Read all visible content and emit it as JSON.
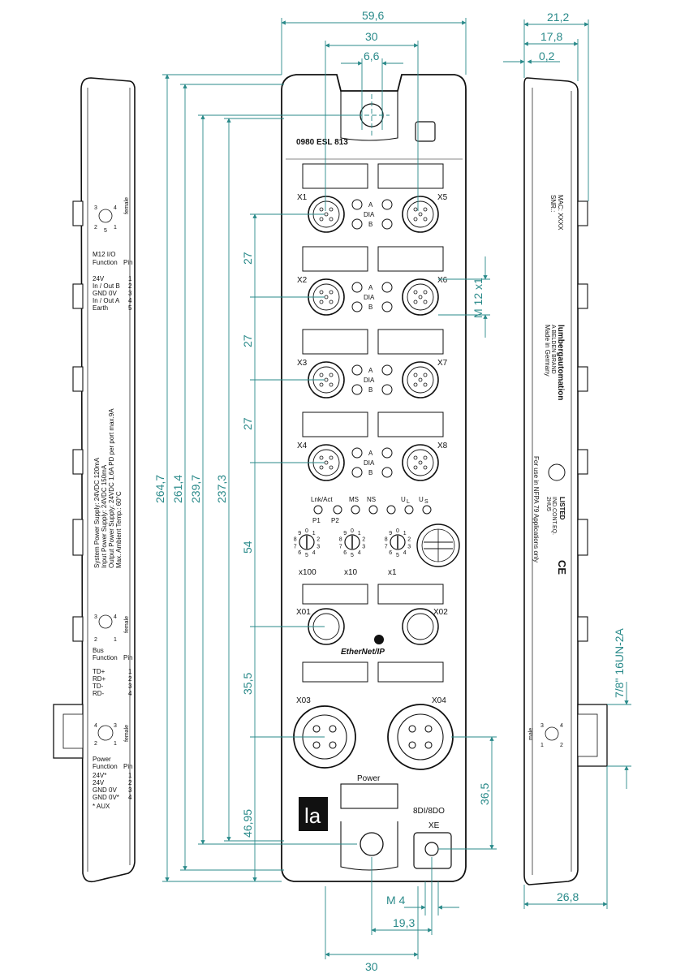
{
  "dimensions": {
    "w_total": "59,6",
    "w_top": "30",
    "w_tab": "6,6",
    "side_depth": "21,2",
    "side_depth2": "17,8",
    "side_offset": "0,2",
    "h_264_7": "264,7",
    "h_261_4": "261,4",
    "h_239_7": "239,7",
    "h_237_3": "237,3",
    "pitch1": "27",
    "pitch2": "27",
    "pitch3": "27",
    "pitch4": "54",
    "pitch5": "35,5",
    "pitch6": "46,95",
    "right_36_5": "36,5",
    "thread_m12": "M 12 x1",
    "m4": "M  4",
    "w_19_3": "19,3",
    "w_bottom": "30",
    "side_bottom": "26,8",
    "thread_7_8": "7/8\" 16UN-2A"
  },
  "front": {
    "part_number": "0980 ESL 813",
    "ports_left": [
      "X1",
      "X2",
      "X3",
      "X4"
    ],
    "ports_right": [
      "X5",
      "X6",
      "X7",
      "X8"
    ],
    "led_a": "A",
    "led_dia": "DIA",
    "led_b": "B",
    "status_leds": [
      "Lnk/Act",
      "MS",
      "NS",
      "U",
      "U"
    ],
    "status_subscripts": [
      "L",
      "S"
    ],
    "p1": "P1",
    "p2": "P2",
    "rotary_digits": [
      "0",
      "1",
      "2",
      "3",
      "4",
      "5",
      "6",
      "7",
      "8",
      "9"
    ],
    "x100": "x100",
    "x10": "x10",
    "x1": "x1",
    "bus_left": "X01",
    "bus_right": "X02",
    "ethernet_logo": "EtherNet/IP",
    "power_left": "X03",
    "power_right": "X04",
    "power_label": "Power",
    "io_label": "8DI/8DO",
    "xe_label": "XE",
    "logo_text": "la"
  },
  "left_side": {
    "m12_pins": [
      "3",
      "4",
      "2",
      "5",
      "1"
    ],
    "female": "female",
    "io_title": "M12 I/O",
    "io_function": "Function",
    "io_pin": "Pin",
    "io_rows": [
      {
        "f": "24V",
        "p": "1"
      },
      {
        "f": "In / Out B",
        "p": "2"
      },
      {
        "f": "GND 0V",
        "p": "3"
      },
      {
        "f": "In / Out A",
        "p": "4"
      },
      {
        "f": "Earth",
        "p": "5"
      }
    ],
    "supply_lines": [
      "System Power Supply:    24VDC 120mA",
      "Input Power Supply:      24VDC 150mA",
      "Output Power Supply:        24VDC 1,6A PD per port max.9A",
      "Max. Ambient Temp.:      60°C"
    ],
    "bus_pins": [
      "3",
      "4",
      "2",
      "1"
    ],
    "bus_female": "female",
    "bus_title": "Bus",
    "bus_function": "Function",
    "bus_pin": "Pin",
    "bus_rows": [
      {
        "f": "TD+",
        "p": "1"
      },
      {
        "f": "RD+",
        "p": "2"
      },
      {
        "f": "TD-",
        "p": "3"
      },
      {
        "f": "RD-",
        "p": "4"
      }
    ],
    "pow_pins": [
      "4",
      "3",
      "2",
      "1"
    ],
    "pow_female": "female",
    "pow_title": "Power",
    "pow_function": "Function",
    "pow_pin": "Pin",
    "pow_rows": [
      {
        "f": "24V*",
        "p": "1"
      },
      {
        "f": "24V",
        "p": "2"
      },
      {
        "f": "GND 0V",
        "p": "3"
      },
      {
        "f": "GND 0V*",
        "p": "4"
      }
    ],
    "aux_note": "* AUX"
  },
  "right_side": {
    "mac": "MAC: XXXX",
    "snr": "SNR.:",
    "brand": "lumbergautomation",
    "brand_sub": "A BELDEN BRAND",
    "made_in": "Made in Germany",
    "nfpa": "For use in NFPA 79 Applications only",
    "ul_listed": "LISTED",
    "ul_code": "IND.CONT.EQ.",
    "ul_num": "2HU5",
    "ce": "CE",
    "male": "male",
    "male_pins": [
      "3",
      "4",
      "1",
      "2"
    ]
  },
  "colors": {
    "dimension": "#2a8a8a",
    "outline": "#111111",
    "body_fill": "#ffffff"
  }
}
